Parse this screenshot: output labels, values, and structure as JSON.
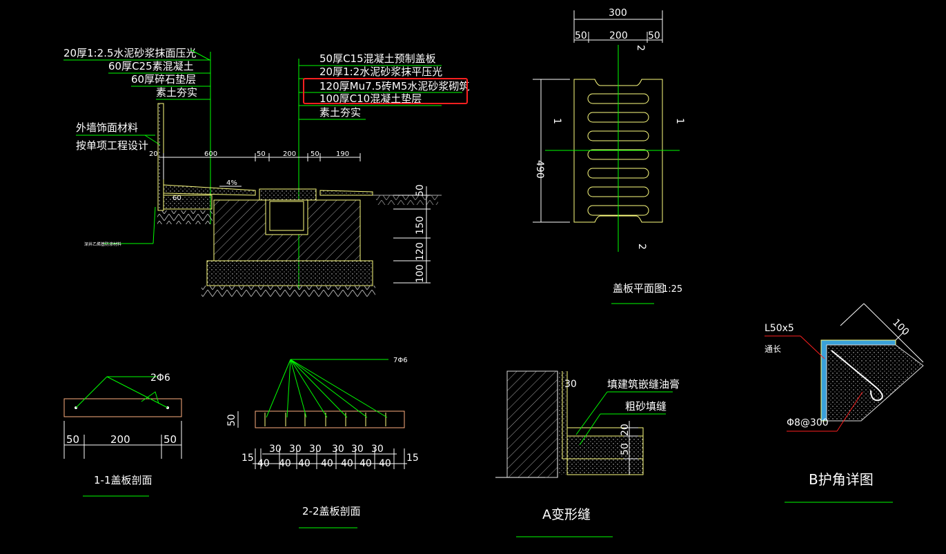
{
  "colors": {
    "background": "#000000",
    "leader": "#00ff00",
    "outline": "#ffff80",
    "dim_line": "#ffffff",
    "highlight": "#ff2020",
    "concrete": "#d8d8d8",
    "hatch": "#c8c8c8"
  },
  "section_main": {
    "left_labels": [
      "20厚1:2.5水泥砂浆抹面压光",
      "60厚C25素混凝土",
      "60厚碎石垫层",
      "素土夯实"
    ],
    "right_labels": [
      "50厚C15混凝土预制盖板",
      "20厚1:2水泥砂浆抹平压光",
      "120厚Mu7.5砖M5水泥砂浆砌筑",
      "100厚C10混凝土垫层",
      "素土夯实"
    ],
    "wall_note": [
      "外墙饰面材料",
      "按单项工程设计"
    ],
    "dims_top": [
      "20",
      "600",
      "50",
      "200",
      "50",
      "190"
    ],
    "dims_right": [
      "50",
      "150",
      "120",
      "100"
    ],
    "slope": "4%",
    "inner_60": "60",
    "small_note": "深井乙烯基防渗材料"
  },
  "plan": {
    "dims_top": [
      "300",
      "50",
      "200",
      "50"
    ],
    "dim_side": "490",
    "cut_1": "1",
    "cut_2": "2",
    "title": "盖板平面图",
    "scale": "1:25"
  },
  "sec11": {
    "rebar": "2Φ6",
    "dims": [
      "50",
      "200",
      "50"
    ],
    "title": "1-1盖板剖面"
  },
  "sec22": {
    "rebar": "7Φ6",
    "dim_h": "50",
    "dims_top": [
      "30",
      "30",
      "30",
      "30",
      "30",
      "30"
    ],
    "dims_bot": [
      "15",
      "40",
      "40",
      "40",
      "40",
      "40",
      "40",
      "40",
      "15"
    ],
    "title": "2-2盖板剖面"
  },
  "joint": {
    "label1": "填建筑嵌缝油膏",
    "label2": "粗砂填缝",
    "dim_30": "30",
    "dim_20": "20",
    "dim_50": "50",
    "title": "A变形缝"
  },
  "corner": {
    "angle": "L50x5",
    "anchor": "通长",
    "rebar": "Φ8@300",
    "dim": "100",
    "title": "B护角详图"
  }
}
